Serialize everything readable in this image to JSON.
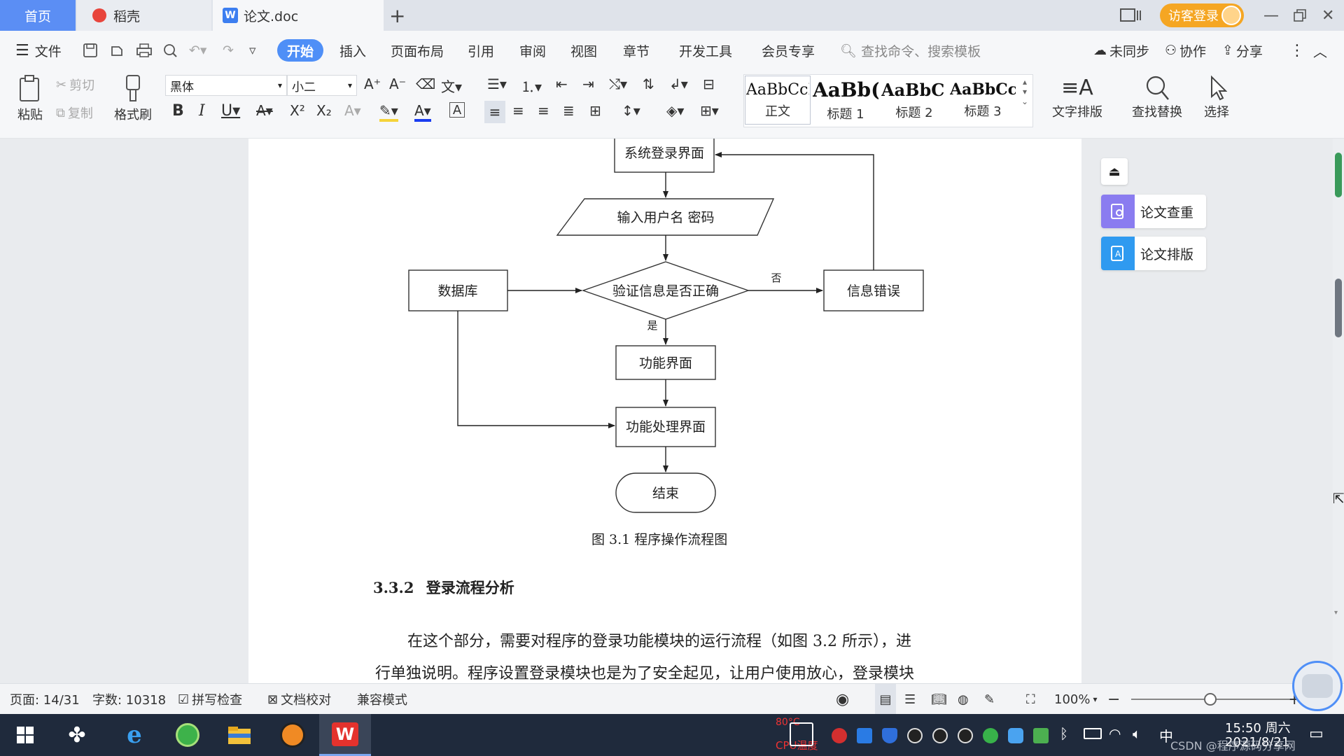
{
  "tabs": {
    "home": "首页",
    "daoke": "稻壳",
    "doc": "论文.doc",
    "new_tab": "+"
  },
  "titlebar": {
    "guest_login": "访客登录"
  },
  "menubar": {
    "file": "文件",
    "items": [
      "开始",
      "插入",
      "页面布局",
      "引用",
      "审阅",
      "视图",
      "章节",
      "开发工具",
      "会员专享"
    ],
    "search_placeholder": "查找命令、搜索模板",
    "unsynced": "未同步",
    "collab": "协作",
    "share": "分享"
  },
  "ribbon": {
    "paste": "粘贴",
    "cut": "剪切",
    "copy": "复制",
    "format_painter": "格式刷",
    "font_name": "黑体",
    "font_size": "小二",
    "styles": [
      {
        "preview": "AaBbCcI",
        "label": "正文"
      },
      {
        "preview": "AaBb(",
        "label": "标题 1"
      },
      {
        "preview": "AaBbC",
        "label": "标题 2"
      },
      {
        "preview": "AaBbCcl",
        "label": "标题 3"
      }
    ],
    "text_layout": "文字排版",
    "find_replace": "查找替换",
    "select": "选择"
  },
  "flowchart": {
    "login_screen": "系统登录界面",
    "input": "输入用户名 密码",
    "database": "数据库",
    "verify": "验证信息是否正确",
    "error": "信息错误",
    "no": "否",
    "yes": "是",
    "function_screen": "功能界面",
    "function_process": "功能处理界面",
    "end": "结束"
  },
  "document": {
    "caption": "图 3.1  程序操作流程图",
    "section_number": "3.3.2",
    "section_title": "登录流程分析",
    "para_line1": "在这个部分，需要对程序的登录功能模块的运行流程（如图 3.2 所示），进",
    "para_line2": "行单独说明。程序设置登录模块也是为了安全起见，让用户使用放心，登录模块"
  },
  "side_panel": {
    "check": "论文查重",
    "format": "论文排版"
  },
  "statusbar": {
    "page": "页面: 14/31",
    "words": "字数: 10318",
    "spell": "拼写检查",
    "proof": "文档校对",
    "compat": "兼容模式",
    "zoom": "100%",
    "zoom_level": 0.5
  },
  "taskbar": {
    "time": "15:50 周六",
    "date": "2021/8/21",
    "ime": "中",
    "watermark": "CSDN @程序源码分享网",
    "cpu": "CPU温度",
    "cpu_temp": "80°C"
  },
  "colors": {
    "accent": "#4f8ff7",
    "guest": "#f5a623",
    "taskbar": "#1f2a3c"
  }
}
